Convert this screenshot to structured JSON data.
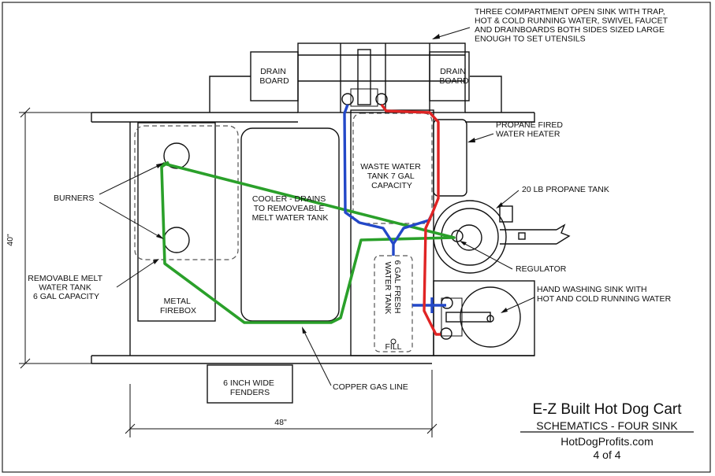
{
  "labels": {
    "sink_note": [
      "THREE COMPARTMENT OPEN SINK WITH TRAP,",
      "HOT & COLD RUNNING WATER, SWIVEL FAUCET",
      "AND DRAINBOARDS BOTH SIDES SIZED LARGE",
      "ENOUGH TO SET UTENSILS"
    ],
    "drain_board_left": [
      "DRAIN",
      "BOARD"
    ],
    "drain_board_right": [
      "DRAIN",
      "BOARD"
    ],
    "water_heater": [
      "PROPANE FIRED",
      "WATER HEATER"
    ],
    "propane_tank": "20 LB PROPANE TANK",
    "burners": "BURNERS",
    "regulator": "REGULATOR",
    "melt_tank": [
      "REMOVABLE MELT",
      "WATER TANK",
      "6 GAL CAPACITY"
    ],
    "firebox": [
      "METAL",
      "FIREBOX"
    ],
    "cooler": [
      "COOLER - DRAINS",
      "TO REMOVEABLE",
      "MELT WATER TANK"
    ],
    "waste_tank": [
      "WASTE WATER",
      "TANK 7 GAL",
      "CAPACITY"
    ],
    "fresh_tank": [
      "6 GAL FRESH",
      "WATER TANK"
    ],
    "fill": "FILL",
    "hand_sink": [
      "HAND WASHING SINK WITH",
      "HOT AND COLD RUNNING WATER"
    ],
    "fenders": [
      "6 INCH WIDE",
      "FENDERS"
    ],
    "gas_line": "COPPER GAS LINE",
    "dim_height": "40\"",
    "dim_width": "48\""
  },
  "title_block": {
    "title": "E-Z Built Hot Dog Cart",
    "subtitle": "SCHEMATICS - FOUR SINK",
    "site": "HotDogProfits.com",
    "page": "4 of 4"
  },
  "colors": {
    "gas_line": "#2aa02a",
    "hot_water": "#e02424",
    "cold_water": "#2348c8",
    "ink": "#111111"
  }
}
